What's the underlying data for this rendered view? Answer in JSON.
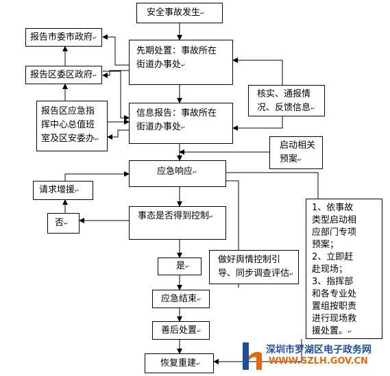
{
  "nodes": {
    "start": {
      "lines": [
        "安全事故发生"
      ]
    },
    "city": {
      "lines": [
        "报告市委市政府"
      ]
    },
    "district": {
      "lines": [
        "报告区委区政府"
      ]
    },
    "initial": {
      "lines": [
        "先期处置：事故所在",
        "街道办事处"
      ]
    },
    "verify": {
      "lines": [
        "核实、通报情",
        "况、反馈信息"
      ]
    },
    "center": {
      "lines": [
        "报告区应急指",
        "挥中心总值班",
        "室及区安委办"
      ]
    },
    "info": {
      "lines": [
        "信息报告：事故所在",
        "街道办事处"
      ]
    },
    "plan": {
      "lines": [
        "启动相关",
        "预案"
      ]
    },
    "response": {
      "lines": [
        "应急响应"
      ]
    },
    "reinforce": {
      "lines": [
        "请求增援"
      ]
    },
    "control": {
      "lines": [
        "事态是否得到控制"
      ]
    },
    "no": {
      "lines": [
        "否"
      ]
    },
    "yes": {
      "lines": [
        "是"
      ]
    },
    "opinion": {
      "lines": [
        "做好舆情控制引",
        "导、同步调查评估"
      ]
    },
    "actions": {
      "lines": [
        "1、依事故",
        "类型启动相",
        "应部门专项",
        "预案；",
        "2、立即赶",
        "赴现场；",
        "3、指挥部",
        "和各专业处",
        "置组按职责",
        "进行现场救",
        "援处置。"
      ]
    },
    "end": {
      "lines": [
        "应急结束"
      ]
    },
    "aftermath": {
      "lines": [
        "善后处置"
      ]
    },
    "rebuild": {
      "lines": [
        "恢复重建"
      ]
    }
  },
  "para_mark": "↵",
  "logo": {
    "name": "深圳市罗湖区电子政务网",
    "url": "WWW.SZLH.GOV.CN",
    "colors": {
      "primary": "#1f4e9a",
      "accent": "#e06a10"
    }
  },
  "colors": {
    "stroke": "#000000",
    "background": "#ffffff"
  }
}
